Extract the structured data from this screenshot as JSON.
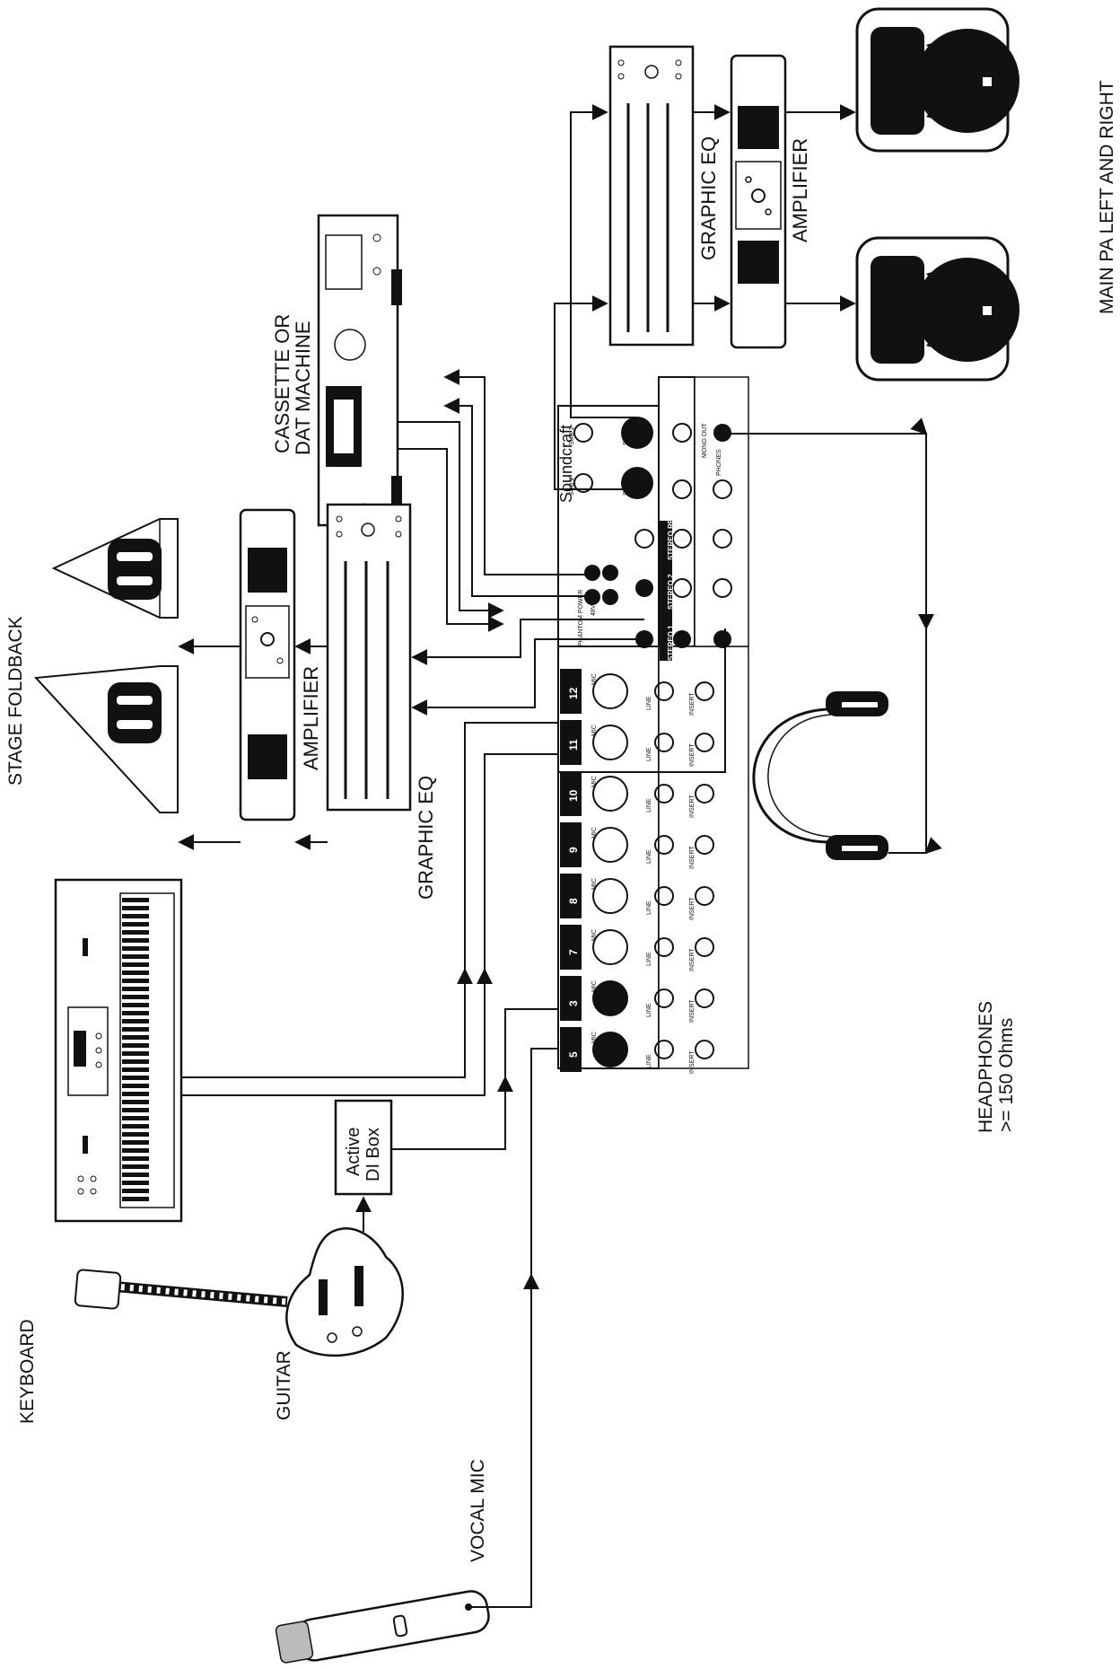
{
  "labels": {
    "main_pa": "MAIN PA LEFT AND RIGHT",
    "amplifier_top": "AMPLIFIER",
    "graphic_eq_top": "GRAPHIC EQ",
    "cassette_line1": "CASSETTE OR",
    "cassette_line2": "DAT MACHINE",
    "stage_foldback": "STAGE FOLDBACK",
    "amplifier_bottom": "AMPLIFIER",
    "graphic_eq_bottom": "GRAPHIC EQ",
    "headphones_line1": "HEADPHONES",
    "headphones_line2": ">= 150 Ohms",
    "keyboard": "KEYBOARD",
    "guitar": "GUITAR",
    "vocal_mic": "VOCAL MIC",
    "di_box_line1": "Active",
    "di_box_line2": "DI Box",
    "brand": "Soundcraft"
  },
  "mixer": {
    "channel_numbers": [
      "12",
      "11",
      "10",
      "9",
      "8",
      "7",
      "3",
      "5"
    ],
    "mic_label": "MIC",
    "line_label": "LINE",
    "insert_label": "INSERT",
    "section_labels": [
      "STEREO RETURN",
      "STEREO 2",
      "STEREO 1"
    ],
    "top_labels": [
      "SUB-1",
      "SUB-2",
      "SUB-4",
      "SUB-3"
    ],
    "misc_labels": [
      "PHANTOM POWER",
      "48V",
      "MONO OUT",
      "PHONES"
    ]
  }
}
